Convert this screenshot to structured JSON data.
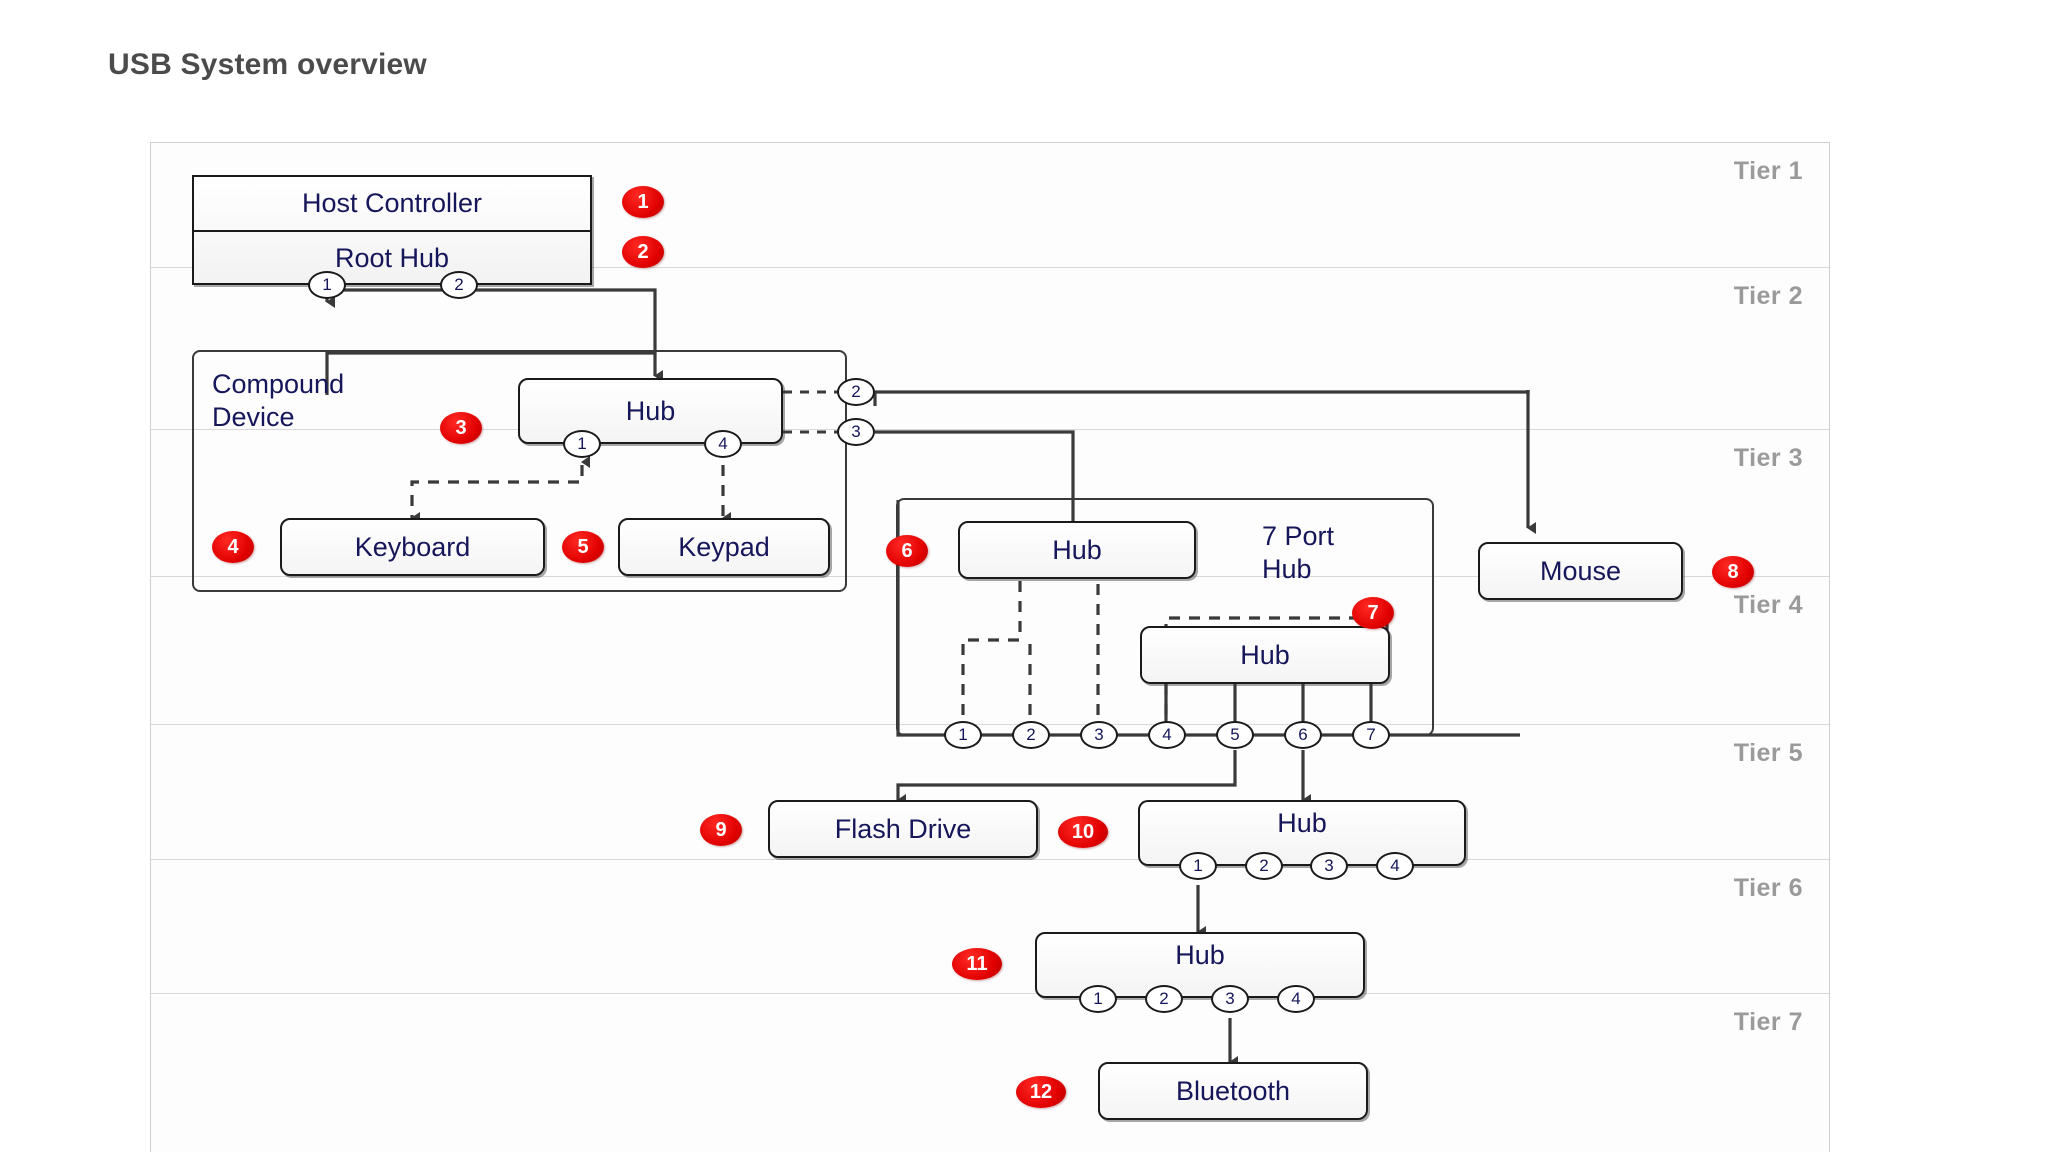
{
  "page": {
    "title": "USB System overview",
    "accent_red": "#e00000",
    "label_color": "#16165a",
    "tier_label_color": "#9a9a9a"
  },
  "tiers": [
    {
      "label": "Tier 1"
    },
    {
      "label": "Tier 2"
    },
    {
      "label": "Tier 3"
    },
    {
      "label": "Tier 4"
    },
    {
      "label": "Tier 5"
    },
    {
      "label": "Tier 6"
    },
    {
      "label": "Tier 7"
    }
  ],
  "nodes": {
    "host_controller": {
      "label": "Host Controller",
      "badge": "1"
    },
    "root_hub": {
      "label": "Root Hub",
      "badge": "2",
      "ports": [
        "1",
        "2"
      ]
    },
    "compound_device": {
      "label": "Compound\nDevice",
      "badge": "3"
    },
    "hub_tier2": {
      "label": "Hub",
      "ports_bottom": [
        "1",
        "4"
      ],
      "ports_side": [
        "2",
        "3"
      ]
    },
    "keyboard": {
      "label": "Keyboard",
      "badge": "4"
    },
    "keypad": {
      "label": "Keypad",
      "badge": "5"
    },
    "hub_tier3": {
      "label": "Hub",
      "badge": "6"
    },
    "seven_port_hub": {
      "label": "7 Port\nHub",
      "badge": "7",
      "ports": [
        "1",
        "2",
        "3",
        "4",
        "5",
        "6",
        "7"
      ]
    },
    "mouse": {
      "label": "Mouse",
      "badge": "8"
    },
    "hub_tier4": {
      "label": "Hub"
    },
    "flash_drive": {
      "label": "Flash Drive",
      "badge": "9"
    },
    "hub_tier5": {
      "label": "Hub",
      "badge": "10",
      "ports": [
        "1",
        "2",
        "3",
        "4"
      ]
    },
    "hub_tier6": {
      "label": "Hub",
      "badge": "11",
      "ports": [
        "1",
        "2",
        "3",
        "4"
      ]
    },
    "bluetooth": {
      "label": "Bluetooth",
      "badge": "12"
    }
  }
}
